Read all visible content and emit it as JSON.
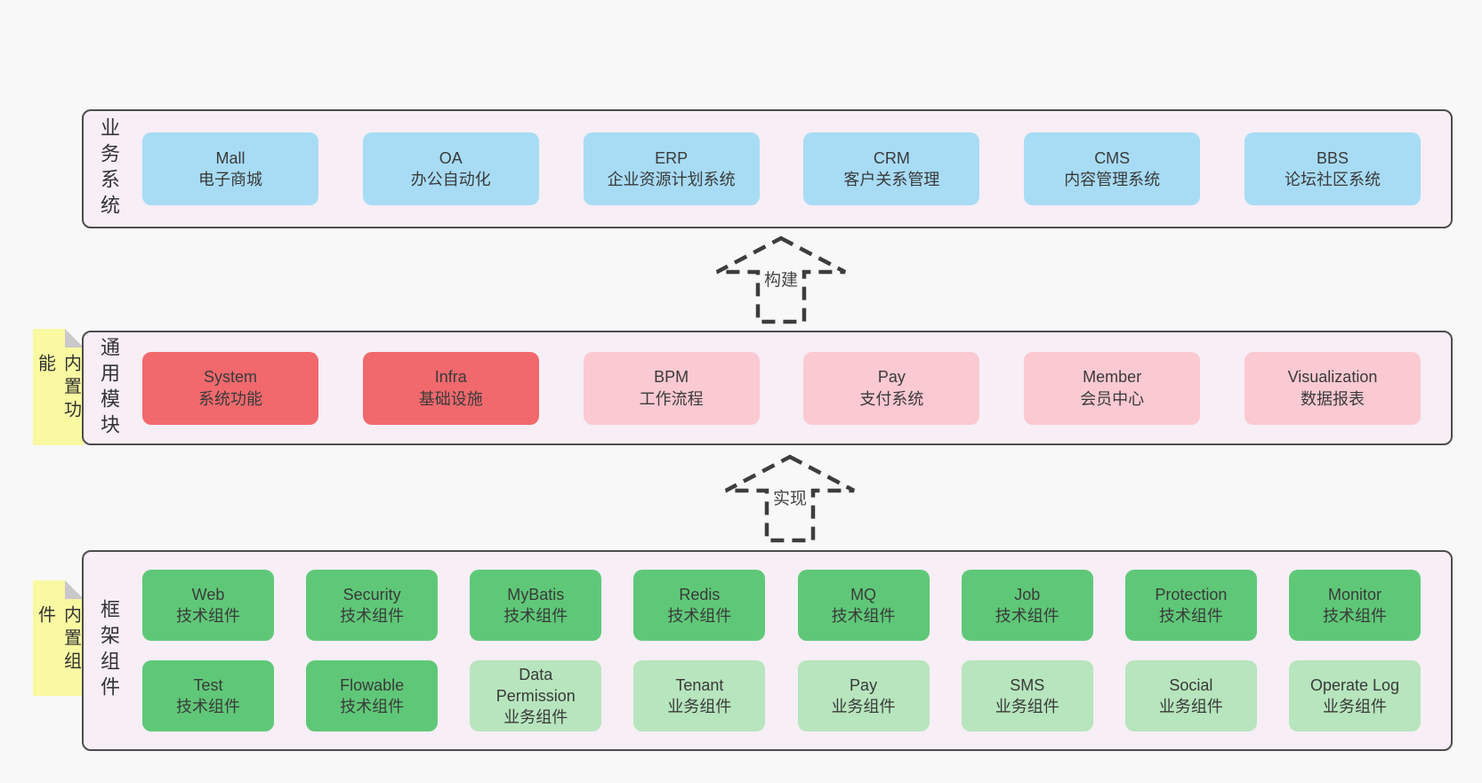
{
  "palette": {
    "blue": "#a8dcf5",
    "red": "#f1696d",
    "pink": "#fbc9d2",
    "green": "#5fc878",
    "light_green": "#b7e5bd",
    "container_bg": "#f7eef6",
    "container_border": "#4d4d4d",
    "note_bg": "#f9f9a2",
    "note_fold": "#c9c9c9",
    "page_bg": "#f8f8f8"
  },
  "layers": [
    {
      "side_label": "业务系统",
      "boxes": [
        {
          "title": "Mall",
          "subtitle": "电子商城",
          "color": "blue"
        },
        {
          "title": "OA",
          "subtitle": "办公自动化",
          "color": "blue"
        },
        {
          "title": "ERP",
          "subtitle": "企业资源计划系统",
          "color": "blue"
        },
        {
          "title": "CRM",
          "subtitle": "客户关系管理",
          "color": "blue"
        },
        {
          "title": "CMS",
          "subtitle": "内容管理系统",
          "color": "blue"
        },
        {
          "title": "BBS",
          "subtitle": "论坛社区系统",
          "color": "blue"
        }
      ]
    },
    {
      "side_label": "通用模块",
      "note": "内置功能",
      "boxes": [
        {
          "title": "System",
          "subtitle": "系统功能",
          "color": "red"
        },
        {
          "title": "Infra",
          "subtitle": "基础设施",
          "color": "red"
        },
        {
          "title": "BPM",
          "subtitle": "工作流程",
          "color": "pink"
        },
        {
          "title": "Pay",
          "subtitle": "支付系统",
          "color": "pink"
        },
        {
          "title": "Member",
          "subtitle": "会员中心",
          "color": "pink"
        },
        {
          "title": "Visualization",
          "subtitle": "数据报表",
          "color": "pink"
        }
      ]
    },
    {
      "side_label": "框架组件",
      "note": "内置组件",
      "rows": [
        [
          {
            "title": "Web",
            "subtitle": "技术组件",
            "color": "green"
          },
          {
            "title": "Security",
            "subtitle": "技术组件",
            "color": "green"
          },
          {
            "title": "MyBatis",
            "subtitle": "技术组件",
            "color": "green"
          },
          {
            "title": "Redis",
            "subtitle": "技术组件",
            "color": "green"
          },
          {
            "title": "MQ",
            "subtitle": "技术组件",
            "color": "green"
          },
          {
            "title": "Job",
            "subtitle": "技术组件",
            "color": "green"
          },
          {
            "title": "Protection",
            "subtitle": "技术组件",
            "color": "green"
          },
          {
            "title": "Monitor",
            "subtitle": "技术组件",
            "color": "green"
          }
        ],
        [
          {
            "title": "Test",
            "subtitle": "技术组件",
            "color": "green"
          },
          {
            "title": "Flowable",
            "subtitle": "技术组件",
            "color": "green"
          },
          {
            "title": "Data Permission",
            "subtitle": "业务组件",
            "color": "light_green"
          },
          {
            "title": "Tenant",
            "subtitle": "业务组件",
            "color": "light_green"
          },
          {
            "title": "Pay",
            "subtitle": "业务组件",
            "color": "light_green"
          },
          {
            "title": "SMS",
            "subtitle": "业务组件",
            "color": "light_green"
          },
          {
            "title": "Social",
            "subtitle": "业务组件",
            "color": "light_green"
          },
          {
            "title": "Operate Log",
            "subtitle": "业务组件",
            "color": "light_green"
          }
        ]
      ]
    }
  ],
  "arrows": [
    {
      "label": "构建"
    },
    {
      "label": "实现"
    }
  ]
}
